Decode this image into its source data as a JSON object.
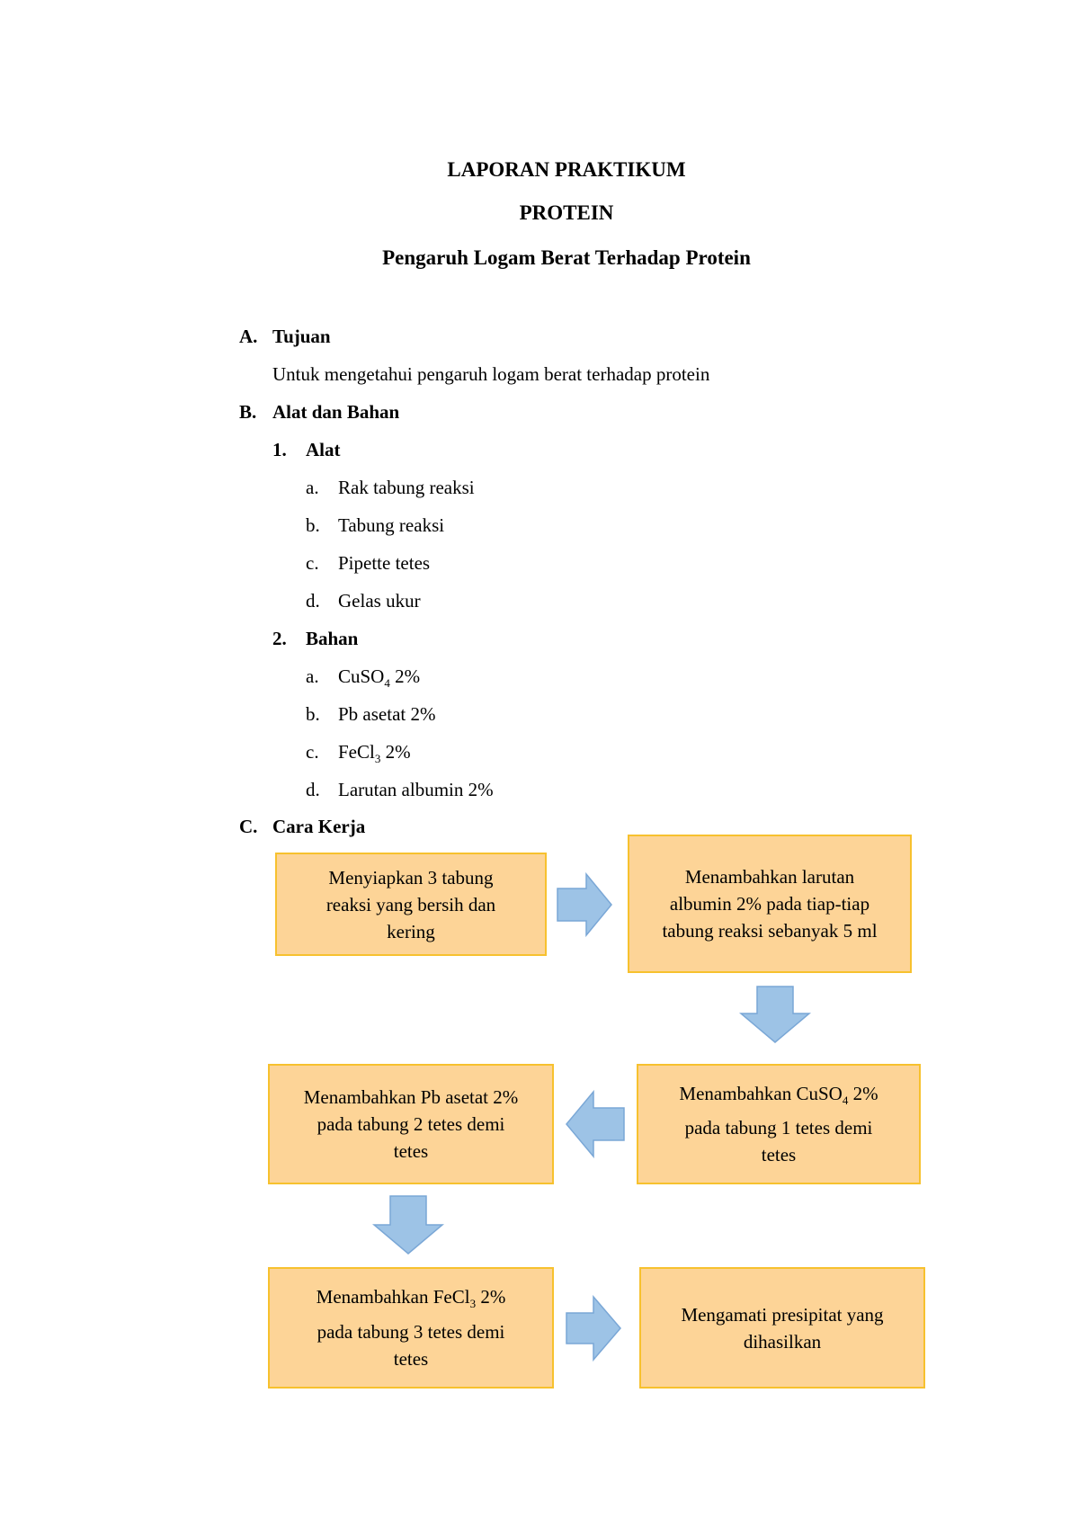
{
  "doc": {
    "title1": "LAPORAN PRAKTIKUM",
    "title2": "PROTEIN",
    "title3": "Pengaruh Logam Berat Terhadap Protein"
  },
  "sections": {
    "a": {
      "marker": "A.",
      "heading": "Tujuan",
      "text": "Untuk mengetahui pengaruh logam berat terhadap protein"
    },
    "b": {
      "marker": "B.",
      "heading": "Alat dan Bahan",
      "alat": {
        "marker": "1.",
        "heading": "Alat",
        "items": [
          {
            "m": "a.",
            "t": "Rak tabung reaksi"
          },
          {
            "m": "b.",
            "t": "Tabung reaksi"
          },
          {
            "m": "c.",
            "t": "Pipette tetes"
          },
          {
            "m": "d.",
            "t": "Gelas ukur"
          }
        ]
      },
      "bahan": {
        "marker": "2.",
        "heading": "Bahan",
        "items": [
          {
            "m": "a.",
            "t1": "CuSO",
            "sub": "4",
            "t2": " 2%"
          },
          {
            "m": "b.",
            "t": "Pb asetat 2%"
          },
          {
            "m": "c.",
            "t1": "FeCl",
            "sub": "3",
            "t2": " 2%"
          },
          {
            "m": "d.",
            "t": "Larutan albumin 2%"
          }
        ]
      }
    },
    "c": {
      "marker": "C.",
      "heading": "Cara Kerja"
    }
  },
  "flow": {
    "step1": [
      "Menyiapkan 3 tabung",
      "reaksi yang bersih dan",
      "kering"
    ],
    "step2": [
      "Menambahkan larutan",
      "albumin 2% pada tiap-tiap",
      "tabung reaksi sebanyak 5 ml"
    ],
    "step3": {
      "l1a": "Menambahkan CuSO",
      "l1sub": "4",
      "l1b": " 2%",
      "l2": "pada tabung 1 tetes demi",
      "l3": "tetes"
    },
    "step4": [
      "Menambahkan Pb asetat 2%",
      "pada tabung 2 tetes demi",
      "tetes"
    ],
    "step5": {
      "l1a": "Menambahkan FeCl",
      "l1sub": "3",
      "l1b": " 2%",
      "l2": "pada tabung 3 tetes demi",
      "l3": "tetes"
    },
    "step6": [
      "Mengamati presipitat yang",
      "dihasilkan"
    ]
  },
  "colors": {
    "box_fill": "#fdd497",
    "box_border": "#f7c12e",
    "arrow_fill": "#9dc3e6",
    "arrow_stroke": "#7aa7d6"
  }
}
